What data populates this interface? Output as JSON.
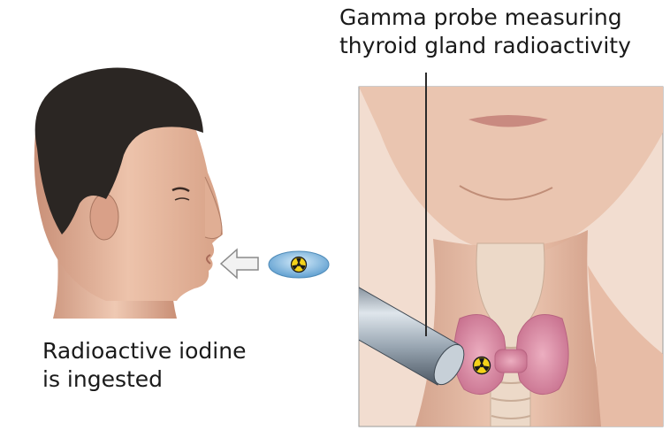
{
  "labels": {
    "probe_caption": [
      "Gamma probe measuring",
      "thyroid gland radioactivity"
    ],
    "iodine_caption": [
      "Radioactive iodine",
      "is ingested"
    ]
  },
  "icons": {
    "radiation_symbol": "radiation-trefoil-icon",
    "arrow": "left-arrow-icon"
  },
  "colors": {
    "skin": "#e6b8a0",
    "hair": "#2b2623",
    "thyroid": "#d98ba4",
    "pill": "#7fb8e0",
    "radiation": "#f3d21a",
    "probe": "#8d9aa8"
  }
}
